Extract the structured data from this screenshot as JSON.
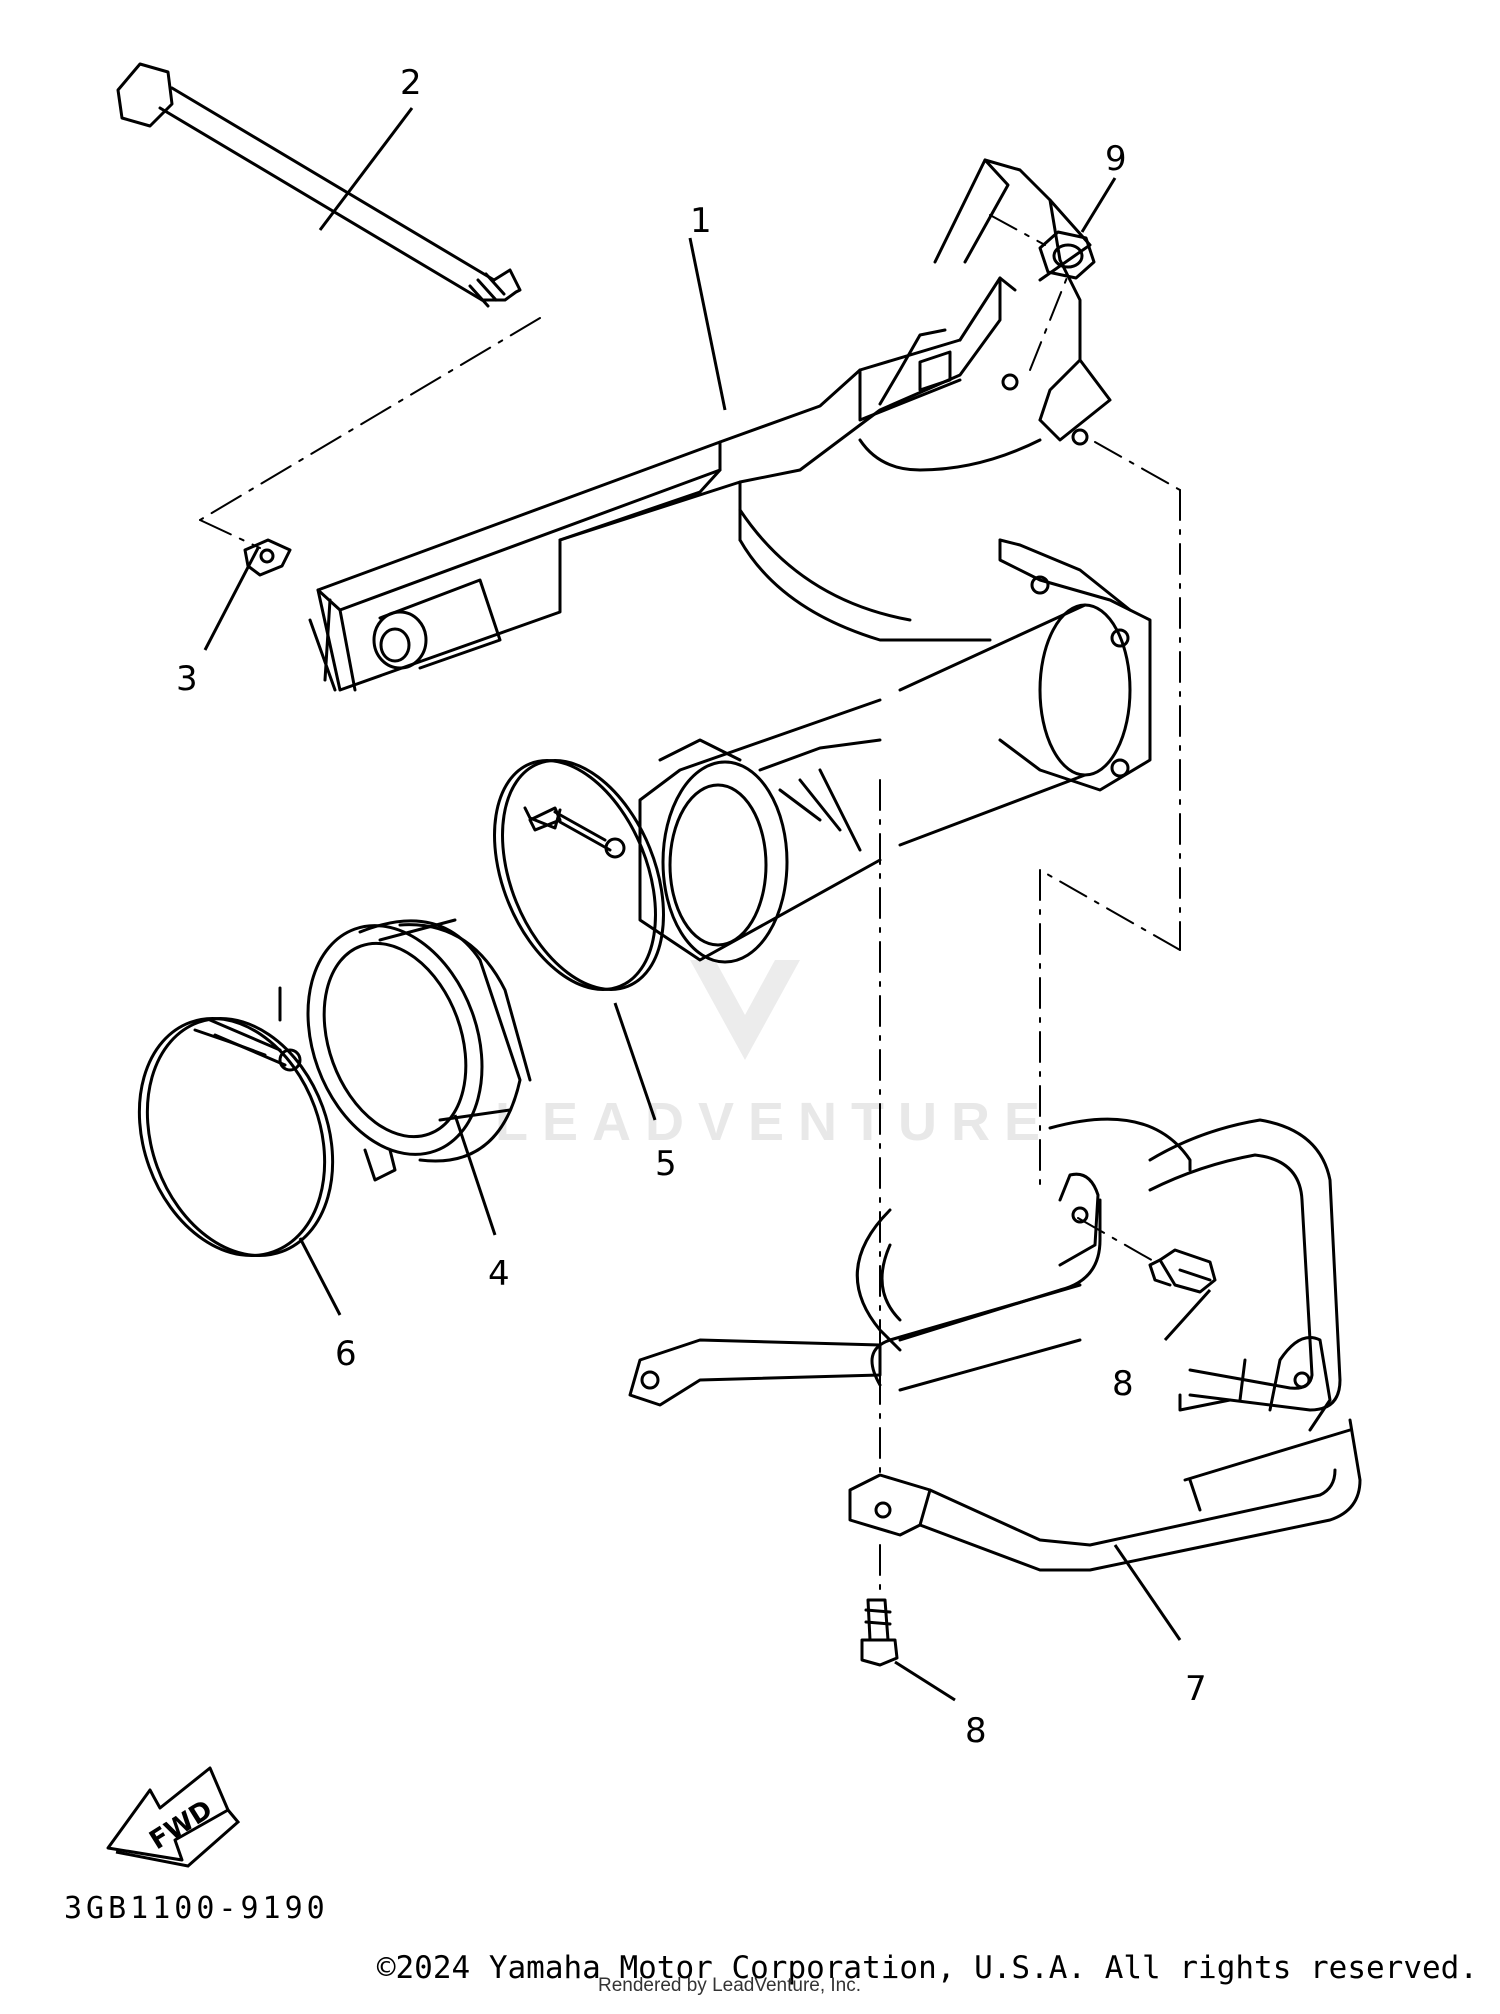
{
  "diagram": {
    "code": "3GB1100-9190",
    "fwd_label": "FWD",
    "watermark": "LEADVENTURE",
    "copyright": "©2024 Yamaha Motor Corporation, U.S.A. All rights reserved.",
    "rendered_by": "Rendered by LeadVenture, Inc.",
    "callouts": [
      "1",
      "2",
      "3",
      "4",
      "5",
      "6",
      "7",
      "8",
      "8",
      "9"
    ]
  }
}
